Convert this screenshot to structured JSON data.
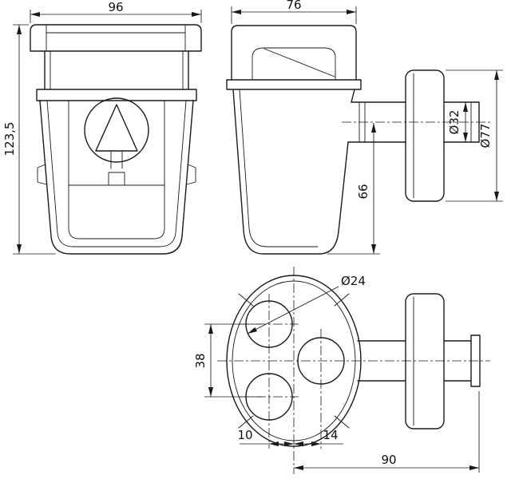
{
  "style": {
    "line_color": "#1a1a1a",
    "background": "#ffffff"
  },
  "views": {
    "front": {
      "dim_width": "96",
      "dim_height": "123,5"
    },
    "side": {
      "dim_width": "76",
      "dim_pipe_diameter": "Ø32",
      "dim_flange_diameter": "Ø77",
      "dim_outlet_height": "66"
    },
    "bottom": {
      "dim_hole_diameter": "Ø24",
      "dim_hole_spacing": "38",
      "dim_offset_left": "10",
      "dim_offset_right": "14",
      "dim_outlet_length": "90"
    }
  }
}
